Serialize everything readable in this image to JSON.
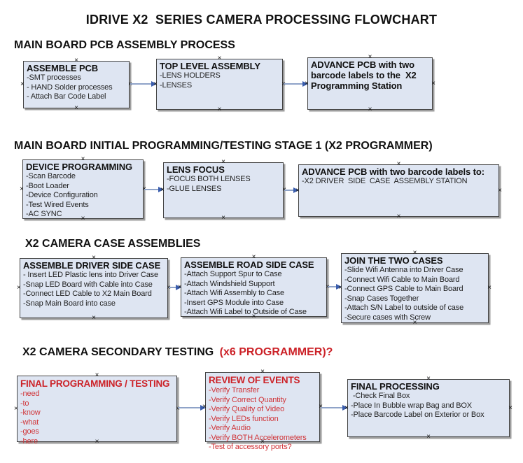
{
  "title": "IDRIVE X2  SERIES CAMERA PROCESSING FLOWCHART",
  "glyphs": {
    "anchor_x": "×"
  },
  "colors": {
    "box_fill": "#dee5f2",
    "box_border": "#444444",
    "box_shadow": "#9b9b9b",
    "arrow_line": "#8fa3c8",
    "arrow_head": "#3a5dad",
    "red_text": "#cc2228",
    "black_text": "#111111"
  },
  "sections": [
    {
      "heading": "MAIN BOARD PCB ASSEMBLY PROCESS",
      "boxes": [
        {
          "title": "ASSEMBLE PCB",
          "items": [
            "-SMT processes",
            "- HAND Solder processes",
            "- Attach Bar Code Label"
          ]
        },
        {
          "title": "TOP LEVEL ASSEMBLY",
          "items": [
            "-LENS HOLDERS",
            "-LENSES"
          ]
        },
        {
          "title": "ADVANCE PCB with two barcode labels to the  X2 Programming Station",
          "items": []
        }
      ]
    },
    {
      "heading": "MAIN BOARD INITIAL PROGRAMMING/TESTING STAGE 1 (X2 PROGRAMMER)",
      "boxes": [
        {
          "title": "DEVICE PROGRAMMING",
          "items": [
            "-Scan Barcode",
            "-Boot Loader",
            "-Device Configuration",
            "-Test Wired Events",
            "-AC SYNC"
          ]
        },
        {
          "title": "LENS FOCUS",
          "items": [
            "-FOCUS BOTH LENSES",
            "-GLUE LENSES"
          ]
        },
        {
          "title": "ADVANCE PCB with two barcode labels to:",
          "items": [
            "-X2 DRIVER  SIDE  CASE  ASSEMBLY STATION"
          ]
        }
      ]
    },
    {
      "heading": "X2 CAMERA CASE ASSEMBLIES",
      "boxes": [
        {
          "title": "ASSEMBLE DRIVER SIDE CASE",
          "items": [
            "- Insert LED Plastic lens into Driver Case",
            "-Snap LED Board with Cable into Case",
            "-Connect LED Cable to X2 Main Board",
            "-Snap Main Board into case"
          ]
        },
        {
          "title": "ASSEMBLE ROAD SIDE CASE",
          "items": [
            "-Attach Support Spur to Case",
            "-Attach Windshield Support",
            "-Attach Wifi Assembly to Case",
            "-Insert GPS Module into Case",
            "-Attach Wifi Label to Outside of Case"
          ]
        },
        {
          "title": "JOIN THE TWO CASES",
          "items": [
            "-Slide Wifi Antenna into Driver Case",
            "-Connect Wifi Cable to Main Board",
            "-Connect GPS Cable to Main Board",
            "-Snap Cases Together",
            "-Attach S/N Label to outside of case",
            "-Secure cases with Screw"
          ]
        }
      ]
    },
    {
      "heading_black": "X2 CAMERA SECONDARY TESTING ",
      "heading_red": "(x6 PROGRAMMER)?",
      "boxes": [
        {
          "title": "FINAL PROGRAMMING / TESTING",
          "items": [
            "-need",
            "-to",
            "-know",
            "-what",
            "-goes",
            "-here"
          ]
        },
        {
          "title": "REVIEW OF EVENTS",
          "items": [
            "-Verify Transfer",
            "-Verify Correct Quantity",
            "-Verify Quality of Video",
            "-Verify LEDs function",
            "-Verify Audio",
            "-Verify BOTH Accelerometers",
            "-Test of accessory ports?"
          ]
        },
        {
          "title": "FINAL PROCESSING",
          "items": [
            " -Check Final Box",
            "-Place In Bubble wrap Bag and BOX",
            "-Place Barcode Label on Exterior or Box"
          ]
        }
      ]
    }
  ]
}
